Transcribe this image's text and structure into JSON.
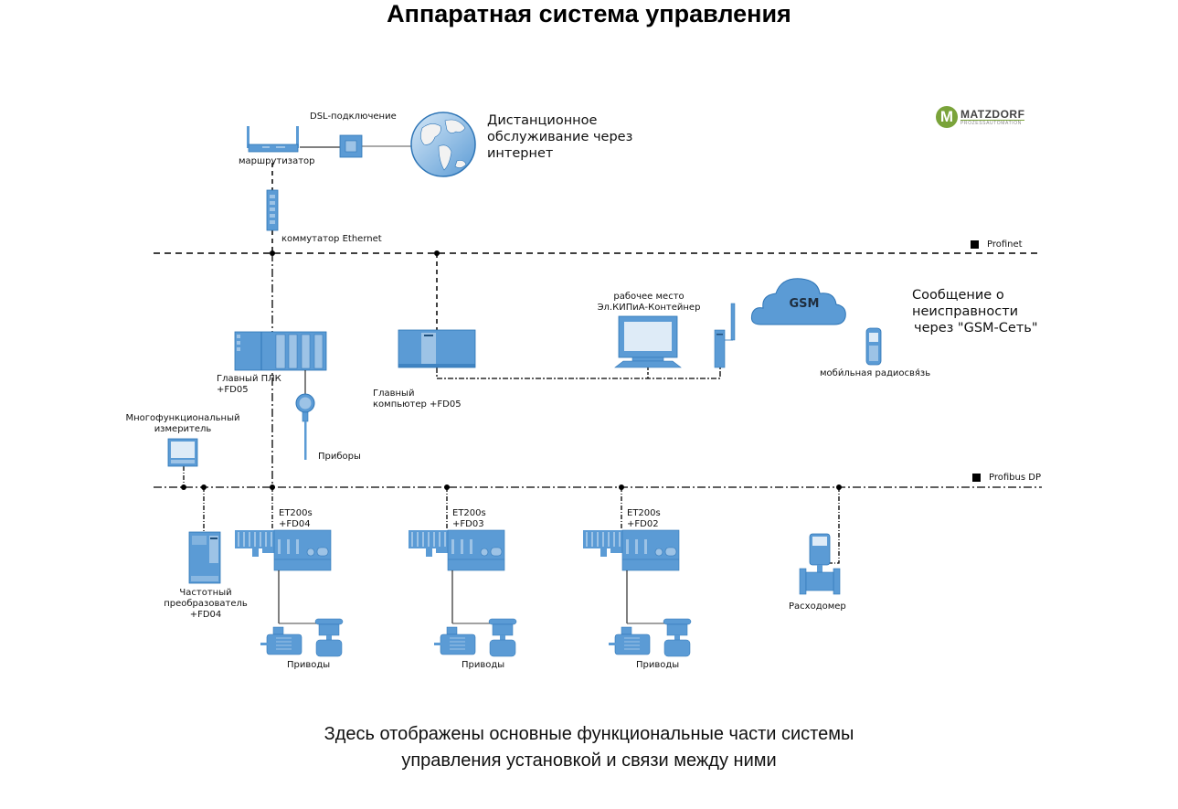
{
  "title": "Аппаратная система управления",
  "caption": {
    "line1": "Здесь отображены основные функциональные части системы",
    "line2": "управления установкой и связи между ними"
  },
  "logo": {
    "mark": "M",
    "name": "MATZDORF",
    "tagline": "PROZESSAUTOMATION",
    "color": "#7aa33a"
  },
  "colors": {
    "device_fill": "#5b9bd5",
    "device_light": "#9dc3e6",
    "device_stroke": "#2e75b6",
    "line": "#000000"
  },
  "networks": {
    "profinet": "Profinet",
    "profibus": "Profibus DP"
  },
  "top": {
    "router": "маршрутизатор",
    "dsl": "DSL-подключение",
    "switch": "коммутатор Ethernet",
    "remote_line1": "Дистанционное",
    "remote_line2": "обслуживание через",
    "remote_line3": "интернет"
  },
  "middle": {
    "plc_line1": "Главный ПЛК",
    "plc_line2": "+FD05",
    "instruments": "Приборы",
    "computer_line1": "Главный",
    "computer_line2": "компьютер +FD05",
    "workstation_line1": "рабочее место",
    "workstation_line2": "Эл.КИПиА-Контейнер",
    "gsm": "GSM",
    "gsm_msg_line1": "Сообщение о",
    "gsm_msg_line2": "неисправности",
    "gsm_msg_line3": "через \"GSM-Сеть\"",
    "mobile": "моби́льная радиосвя́зь",
    "multimeter_line1": "Многофункциональный",
    "multimeter_line2": "измеритель"
  },
  "bottom": {
    "vfd_line1": "Частотный",
    "vfd_line2": "преобразователь",
    "vfd_line3": "+FD04",
    "stations": [
      {
        "name": "ET200s",
        "code": "+FD04",
        "drives": "Приводы"
      },
      {
        "name": "ET200s",
        "code": "+FD03",
        "drives": "Приводы"
      },
      {
        "name": "ET200s",
        "code": "+FD02",
        "drives": "Приводы"
      }
    ],
    "flowmeter": "Расходомер"
  }
}
